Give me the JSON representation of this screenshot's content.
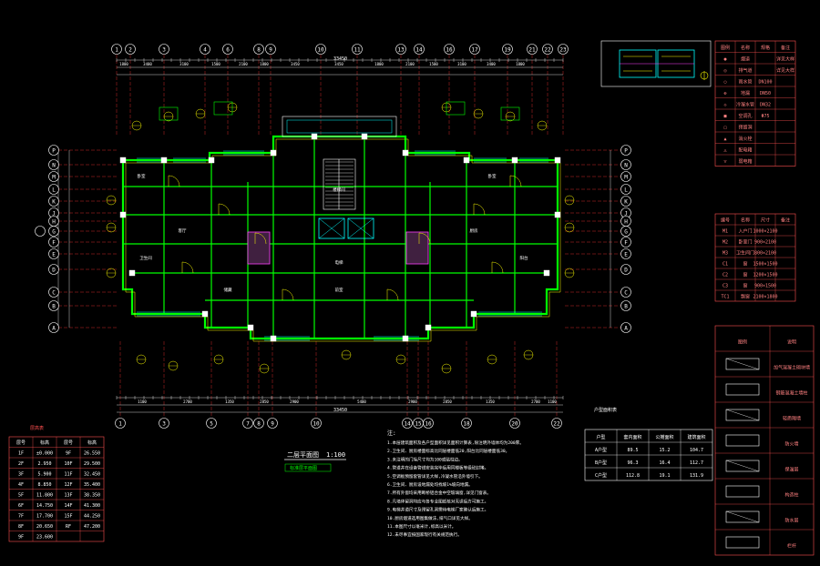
{
  "drawing": {
    "title": "二层平面图",
    "scale": "1:100",
    "subtitle": "标准层平面图",
    "total_dim_top": "33450",
    "total_dim_bottom": "33450"
  },
  "grid_axes": {
    "top": [
      "1",
      "2",
      "3",
      "4",
      "6",
      "8",
      "9",
      "10",
      "11",
      "13",
      "14",
      "16",
      "17",
      "19",
      "21",
      "22",
      "23"
    ],
    "bottom": [
      "1",
      "3",
      "5",
      "7",
      "8",
      "9",
      "10",
      "14",
      "15",
      "16",
      "18",
      "20",
      "22"
    ],
    "left": [
      "P",
      "N",
      "M",
      "L",
      "K",
      "J",
      "H",
      "G",
      "F",
      "E",
      "D",
      "C",
      "B",
      "A"
    ],
    "right": [
      "P",
      "N",
      "M",
      "L",
      "K",
      "J",
      "H",
      "G",
      "F",
      "E",
      "D",
      "C",
      "B",
      "A"
    ]
  },
  "dims_top": [
    "1800",
    "3400",
    "3100",
    "1500",
    "2100",
    "1800",
    "3450",
    "3450",
    "1800",
    "2100",
    "1500",
    "3100",
    "3400",
    "1800"
  ],
  "dims_bottom": [
    "1100",
    "2700",
    "1350",
    "2850",
    "2900",
    "5400",
    "2900",
    "2850",
    "1350",
    "2700",
    "1100"
  ],
  "room_labels": [
    "卧室",
    "卧室",
    "客厅",
    "厨房",
    "卫生间",
    "阳台",
    "电梯",
    "楼梯间",
    "前室",
    "储藏"
  ],
  "floor_table": {
    "title": "层高表",
    "headers": [
      "层号",
      "标高",
      "层号",
      "标高"
    ],
    "rows": [
      [
        "1F",
        "±0.000",
        "9F",
        "26.550"
      ],
      [
        "2F",
        "2.950",
        "10F",
        "29.500"
      ],
      [
        "3F",
        "5.900",
        "11F",
        "32.450"
      ],
      [
        "4F",
        "8.850",
        "12F",
        "35.400"
      ],
      [
        "5F",
        "11.800",
        "13F",
        "38.350"
      ],
      [
        "6F",
        "14.750",
        "14F",
        "41.300"
      ],
      [
        "7F",
        "17.700",
        "15F",
        "44.250"
      ],
      [
        "8F",
        "20.650",
        "RF",
        "47.200"
      ],
      [
        "9F",
        "23.600",
        "",
        ""
      ]
    ]
  },
  "notes": {
    "heading": "注:",
    "lines": [
      "1.本层建筑面积及各户型面积详见面积计算表,除注明外墙体均为200厚。",
      "2.卫生间、厨房楼面标高比同层楼面低20,阳台比同层楼面低30。",
      "3.未注明的门垛尺寸均为100或贴柱边。",
      "4.管道井在设备管线安装完毕后用同楼板等级砼封堵。",
      "5.空调板预留套管详见大样,冷凝水管沿外墙引下。",
      "6.卫生间、厨房设地漏处均找坡1%坡向地漏。",
      "7.所有外窗均采用断桥铝合金中空玻璃窗,详见门窗表。",
      "8.凡墙体留洞均应与各专业图纸核对无误后方可施工。",
      "9.电梯井道尺寸及预留孔洞需待电梯厂家确认后施工。",
      "10.厨房烟道选用图集做法,排气口详见大样。",
      "11.本图尺寸以毫米计,标高以米计。",
      "12.未尽事宜按国家现行有关规范执行。"
    ]
  },
  "legend_top": {
    "headers": [
      "图例",
      "名称",
      "规格",
      "备注"
    ],
    "rows": [
      [
        "●",
        "烟道",
        "",
        "详见大样"
      ],
      [
        "◎",
        "排气道",
        "",
        "详见大样"
      ],
      [
        "○",
        "雨水管",
        "DN100",
        ""
      ],
      [
        "⊕",
        "地漏",
        "DN50",
        ""
      ],
      [
        "◇",
        "冷凝水管",
        "DN32",
        ""
      ],
      [
        "■",
        "空调孔",
        "Φ75",
        ""
      ],
      [
        "□",
        "预留洞",
        "",
        ""
      ],
      [
        "▲",
        "消火栓",
        "",
        ""
      ],
      [
        "△",
        "配电箱",
        "",
        ""
      ],
      [
        "▽",
        "弱电箱",
        "",
        ""
      ]
    ]
  },
  "legend_mid": {
    "headers": [
      "编号",
      "名称",
      "尺寸",
      "备注"
    ],
    "rows": [
      [
        "M1",
        "入户门",
        "1000×2100",
        ""
      ],
      [
        "M2",
        "卧室门",
        "900×2100",
        ""
      ],
      [
        "M3",
        "卫生间门",
        "800×2100",
        ""
      ],
      [
        "C1",
        "窗",
        "1500×1500",
        ""
      ],
      [
        "C2",
        "窗",
        "1200×1500",
        ""
      ],
      [
        "C3",
        "窗",
        "900×1500",
        ""
      ],
      [
        "TC1",
        "飘窗",
        "2100×1800",
        ""
      ]
    ]
  },
  "legend_bottom": {
    "title": "材料图例",
    "headers": [
      "图例",
      "说明"
    ],
    "rows": [
      [
        "",
        "加气混凝土砌块墙"
      ],
      [
        "",
        "钢筋混凝土墙柱"
      ],
      [
        "",
        "轻质隔墙"
      ],
      [
        "",
        "防火墙"
      ],
      [
        "",
        "保温层"
      ],
      [
        "",
        "构造柱"
      ],
      [
        "",
        "防水层"
      ],
      [
        "",
        "栏杆"
      ]
    ]
  },
  "bottom_table": {
    "title": "户型面积表",
    "headers": [
      "户型",
      "套内面积",
      "公摊面积",
      "建筑面积"
    ],
    "rows": [
      [
        "A户型",
        "89.5",
        "15.2",
        "104.7"
      ],
      [
        "B户型",
        "96.3",
        "16.4",
        "112.7"
      ],
      [
        "C户型",
        "112.8",
        "19.1",
        "131.9"
      ]
    ]
  },
  "colors": {
    "wall": "#00ff00",
    "axis": "#ff3030",
    "dim": "#ffffff",
    "yellow": "#ffff00",
    "cyan": "#00ffff",
    "magenta": "#ff40ff",
    "table_line": "#ff5050"
  }
}
